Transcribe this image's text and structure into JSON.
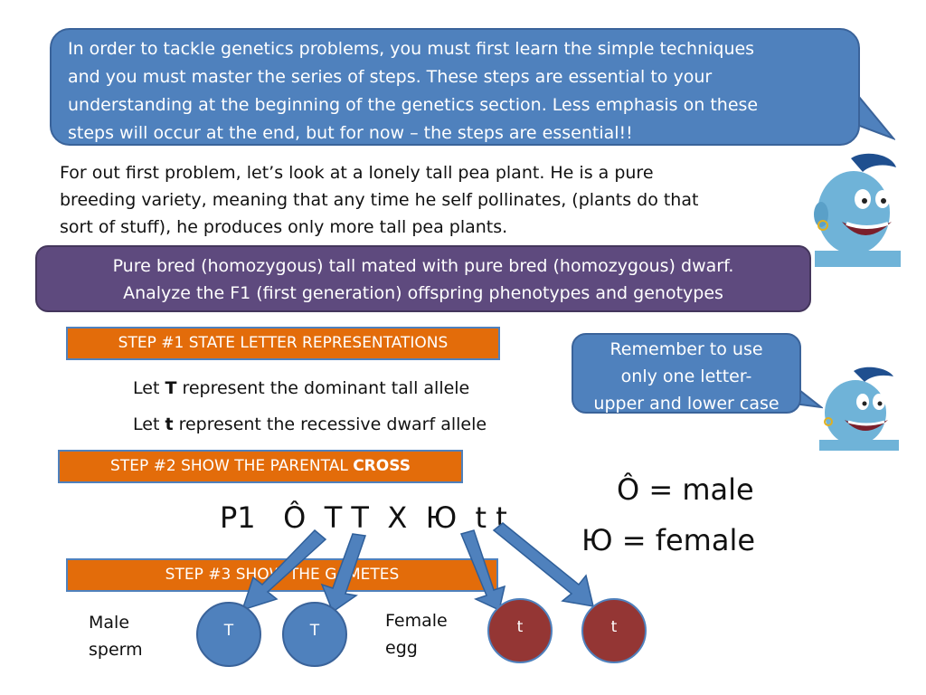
{
  "intro_bubble": {
    "line1": "In order to tackle genetics problems, you must first learn the simple techniques",
    "line2": "and you must master the series of  steps. These steps are essential to your",
    "line3": "understanding at the beginning of the genetics section.  Less emphasis on these",
    "line4": "steps will occur at the end, but for now – the steps are essential!!"
  },
  "paragraph": {
    "line1": "For out first problem, let’s look at a lonely tall pea plant.  He is a pure",
    "line2": "breeding variety, meaning that any time he self pollinates, (plants do that",
    "line3": "sort of stuff), he produces only more tall pea plants."
  },
  "problem": {
    "line1": "Pure bred (homozygous) tall mated with pure bred (homozygous) dwarf.",
    "line2": "Analyze the F1 (first generation) offspring phenotypes and genotypes"
  },
  "step1": {
    "label": "STEP #1 STATE LETTER REPRESENTATIONS"
  },
  "letters": {
    "dominant": {
      "prefix": "Let ",
      "letter": "T",
      "suffix": " represent the dominant tall allele"
    },
    "recessive": {
      "prefix": "Let ",
      "letter": "t",
      "suffix": " represent the recessive dwarf allele"
    }
  },
  "reminder": {
    "line1": "Remember to use",
    "line2": "only one letter-",
    "line3": "upper and lower case"
  },
  "step2": {
    "label_prefix": "STEP #2   SHOW THE  PARENTAL ",
    "label_bold": "CROSS"
  },
  "cross": {
    "text": "P1   Ô  T T  X  Ю  t t"
  },
  "legend": {
    "male": "Ô = male",
    "female": "Ю = female"
  },
  "step3": {
    "label": "STEP #3    SHOW THE        GAMETES"
  },
  "gametes": {
    "male_label_1": "Male",
    "male_label_2": "sperm",
    "female_label_1": "Female",
    "female_label_2": "egg",
    "male": [
      "T",
      "T"
    ],
    "female": [
      "t",
      "t"
    ]
  },
  "colors": {
    "blue_bubble": "#4f81bd",
    "purple_box": "#5e4a7e",
    "orange_step": "#e36c0a",
    "female_gamete": "#943634"
  },
  "icons": [
    "genie-character-icon",
    "arrow-icon"
  ]
}
